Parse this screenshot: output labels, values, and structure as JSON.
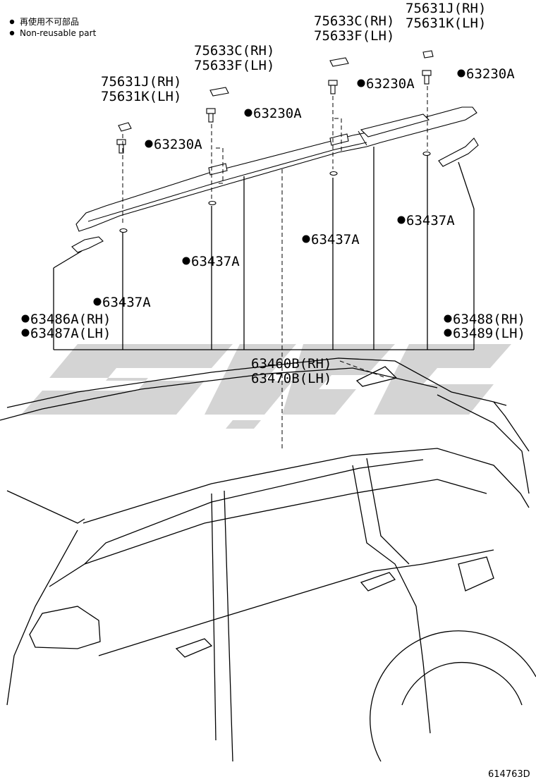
{
  "legend": {
    "items": [
      {
        "text": "再使用不可部品"
      },
      {
        "text": "Non-reusable part"
      }
    ]
  },
  "callouts": {
    "c1_a": "75631J(RH)",
    "c1_b": "75631K(LH)",
    "c2_a": "75633C(RH)",
    "c2_b": "75633F(LH)",
    "c3_a": "75633C(RH)",
    "c3_b": "75633F(LH)",
    "c4_a": "75631J(RH)",
    "c4_b": "75631K(LH)",
    "b1": "63230A",
    "b2": "63230A",
    "b3": "63230A",
    "b4": "63230A",
    "n1": "63437A",
    "n2": "63437A",
    "n3": "63437A",
    "n4": "63437A",
    "l1_a": "63486A(RH)",
    "l1_b": "63487A(LH)",
    "r1_a": "63488(RH)",
    "r1_b": "63489(LH)",
    "m1_a": "63460B(RH)",
    "m1_b": "63470B(LH)"
  },
  "figure_id": "614763D",
  "colors": {
    "line": "#000000",
    "watermark": "#d4d4d4",
    "background": "#ffffff"
  }
}
